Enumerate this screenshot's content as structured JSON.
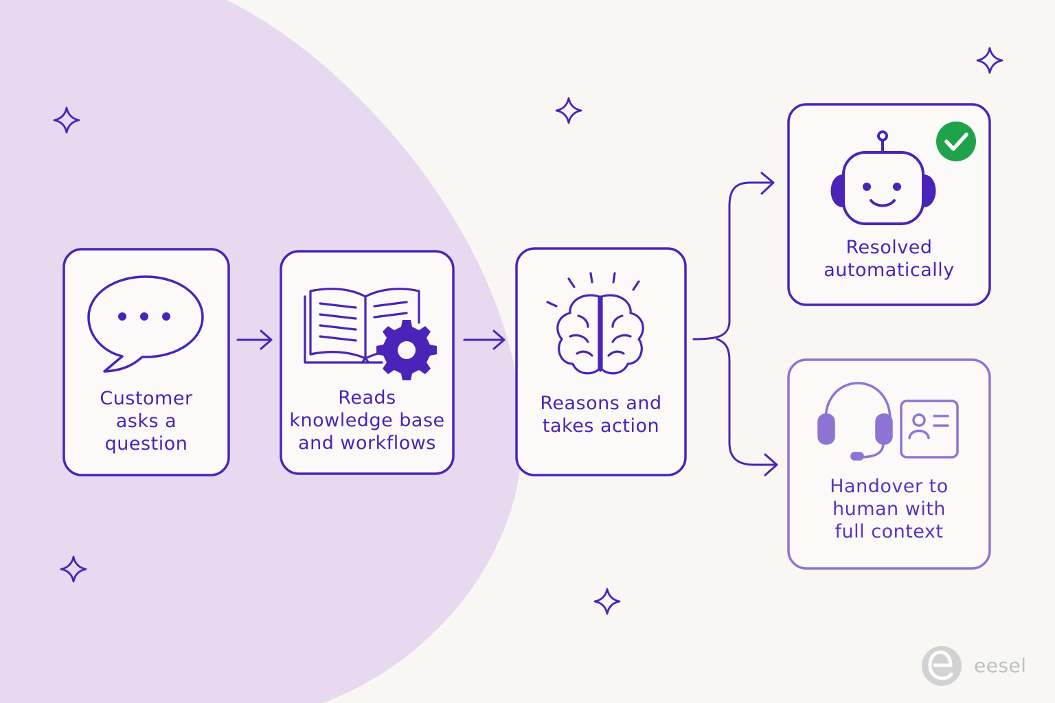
{
  "steps": [
    {
      "id": "ask",
      "label": "Customer\nasks a\nquestion",
      "icon": "speech-bubble-icon"
    },
    {
      "id": "read",
      "label": "Reads\nknowledge base\nand workflows",
      "icon": "book-gear-icon"
    },
    {
      "id": "reason",
      "label": "Reasons and\ntakes action",
      "icon": "brain-icon"
    }
  ],
  "outcomes": [
    {
      "id": "resolved",
      "label": "Resolved\nautomatically",
      "icon": "robot-icon",
      "badge": "check-badge-icon"
    },
    {
      "id": "handover",
      "label": "Handover to\nhuman with\nfull context",
      "icon": "headset-contact-card-icon"
    }
  ],
  "brand": {
    "name": "eesel",
    "icon": "eesel-logo-icon"
  },
  "colors": {
    "background": "#f8f7f3",
    "blob": "#e6d9f0",
    "stroke": "#4a24b8",
    "stroke_muted": "#8d74d4",
    "check_green": "#1fa34a",
    "brand_gray": "#cccccc"
  }
}
